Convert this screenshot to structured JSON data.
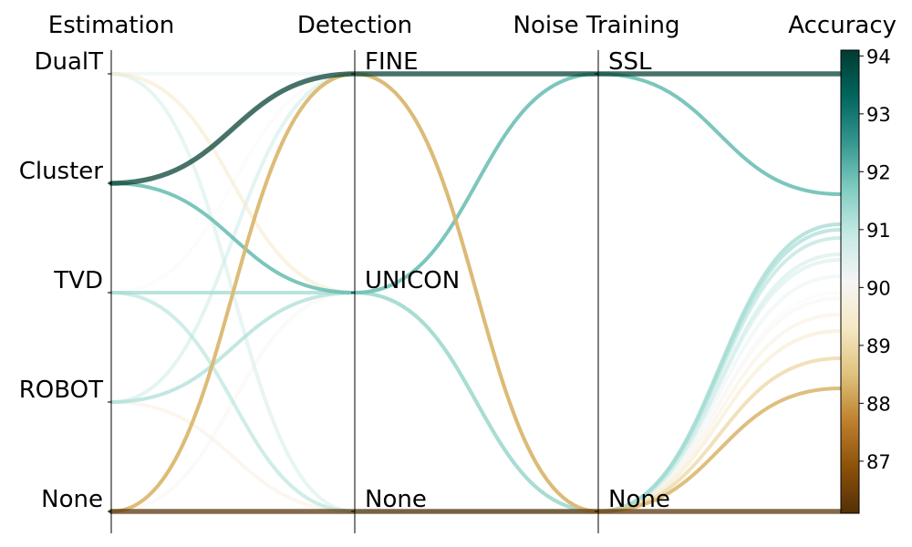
{
  "chart_data": {
    "type": "parallel_coordinates",
    "axes": [
      {
        "key": "estimation",
        "title": "Estimation",
        "categories": [
          "None",
          "ROBOT",
          "TVD",
          "Cluster",
          "DualT"
        ]
      },
      {
        "key": "detection",
        "title": "Detection",
        "categories": [
          "None",
          "UNICON",
          "FINE"
        ]
      },
      {
        "key": "noise_training",
        "title": "Noise Training",
        "categories": [
          "None",
          "SSL"
        ]
      },
      {
        "key": "accuracy",
        "title": "Accuracy",
        "numeric": true
      }
    ],
    "color_scale": {
      "name": "BrBG",
      "range": [
        86.1,
        94.1
      ],
      "ticks": [
        87,
        88,
        89,
        90,
        91,
        92,
        93,
        94
      ],
      "stops": [
        "#543005",
        "#8c510a",
        "#bf812d",
        "#dfc27d",
        "#f6e8c3",
        "#f5f5f5",
        "#c7eae5",
        "#80cdc1",
        "#35978f",
        "#01665e",
        "#003c30"
      ]
    },
    "lines": [
      {
        "estimation": "Cluster",
        "detection": "FINE",
        "noise_training": "SSL",
        "accuracy": 94.1
      },
      {
        "estimation": "Cluster",
        "detection": "UNICON",
        "noise_training": "SSL",
        "accuracy": 91.9
      },
      {
        "estimation": "TVD",
        "detection": "UNICON",
        "noise_training": "None",
        "accuracy": 91.35
      },
      {
        "estimation": "ROBOT",
        "detection": "UNICON",
        "noise_training": "None",
        "accuracy": 91.25
      },
      {
        "estimation": "TVD",
        "detection": "None",
        "noise_training": "None",
        "accuracy": 91.1
      },
      {
        "estimation": "ROBOT",
        "detection": "FINE",
        "noise_training": "None",
        "accuracy": 90.8
      },
      {
        "estimation": "DualT",
        "detection": "None",
        "noise_training": "None",
        "accuracy": 90.7
      },
      {
        "estimation": "DualT",
        "detection": "FINE",
        "noise_training": "None",
        "accuracy": 90.4
      },
      {
        "estimation": "TVD",
        "detection": "FINE",
        "noise_training": "None",
        "accuracy": 90.1
      },
      {
        "estimation": "None",
        "detection": "UNICON",
        "noise_training": "None",
        "accuracy": 90.0
      },
      {
        "estimation": "ROBOT",
        "detection": "None",
        "noise_training": "None",
        "accuracy": 89.7
      },
      {
        "estimation": "DualT",
        "detection": "UNICON",
        "noise_training": "None",
        "accuracy": 89.4
      },
      {
        "estimation": "None",
        "detection": "FINE",
        "noise_training": "None",
        "accuracy": 88.9
      },
      {
        "estimation": "None",
        "detection": "FINE",
        "noise_training": "None",
        "accuracy": 88.35
      },
      {
        "estimation": "None",
        "detection": "None",
        "noise_training": "None",
        "accuracy": 86.1
      }
    ]
  }
}
